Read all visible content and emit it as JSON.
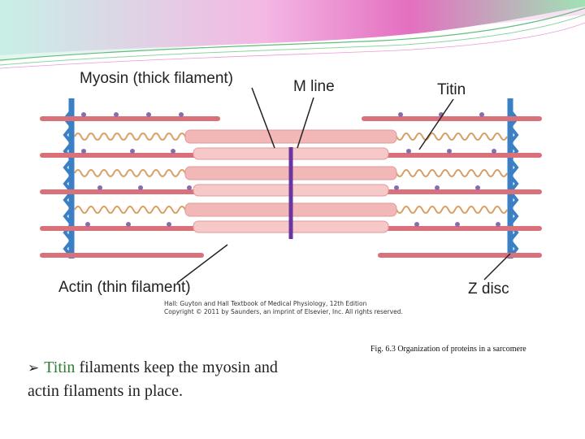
{
  "slide": {
    "caption": "Fig. 6.3   Organization of proteins in a sarcomere",
    "bullet": {
      "arrow_icon": "arrow-bullet-icon",
      "keyword": "Titin",
      "text_line1": " filaments keep the myosin and",
      "text_line2": "actin filaments in place.",
      "keyword_color": "#2e7d32"
    }
  },
  "diagram": {
    "labels": {
      "myosin": "Myosin (thick filament)",
      "m_line": "M line",
      "titin": "Titin",
      "actin": "Actin (thin filament)",
      "z_disc": "Z disc"
    },
    "credit_line1": "Hall: Guyton and Hall Textbook of Medical Physiology, 12th Edition",
    "credit_line2": "Copyright © 2011 by Saunders, an imprint of Elsevier, Inc. All rights reserved.",
    "colors": {
      "z_disc": "#3b7fc4",
      "m_line": "#6a35a0",
      "actin": "#d9707a",
      "myosin": "#f2b8b8",
      "titin": "#d9a066",
      "swoosh_pink": "#e46fc0",
      "swoosh_green": "#7ccf8f"
    }
  }
}
